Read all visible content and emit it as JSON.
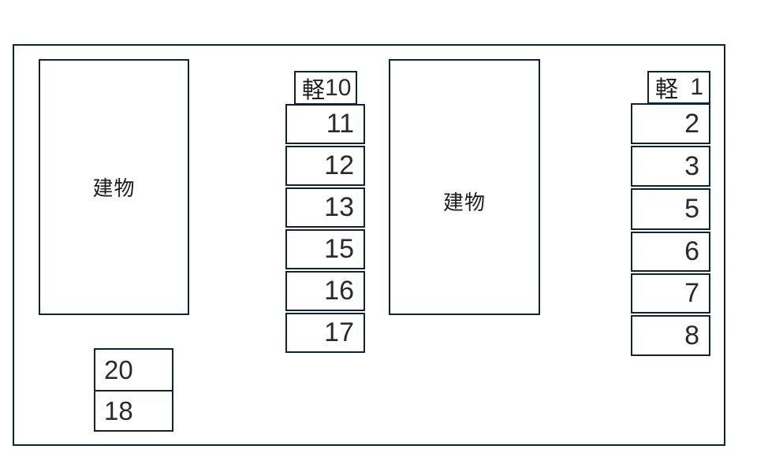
{
  "diagram": {
    "title": "parking-lot-layout",
    "colors": {
      "line": "#0d2433",
      "number_text": "#2a2a2a",
      "label_text": "#1c1c1c",
      "background": "#ffffff"
    }
  },
  "buildings": [
    {
      "label": "建物"
    },
    {
      "label": "建物"
    }
  ],
  "columns": [
    {
      "header": {
        "prefix": "軽",
        "number": "10"
      },
      "cells": [
        "11",
        "12",
        "13",
        "15",
        "16",
        "17"
      ]
    },
    {
      "header": {
        "prefix": "軽",
        "number": "1"
      },
      "cells": [
        "2",
        "3",
        "5",
        "6",
        "7",
        "8"
      ]
    }
  ],
  "bottom_box": {
    "cells": [
      "20",
      "18"
    ]
  }
}
